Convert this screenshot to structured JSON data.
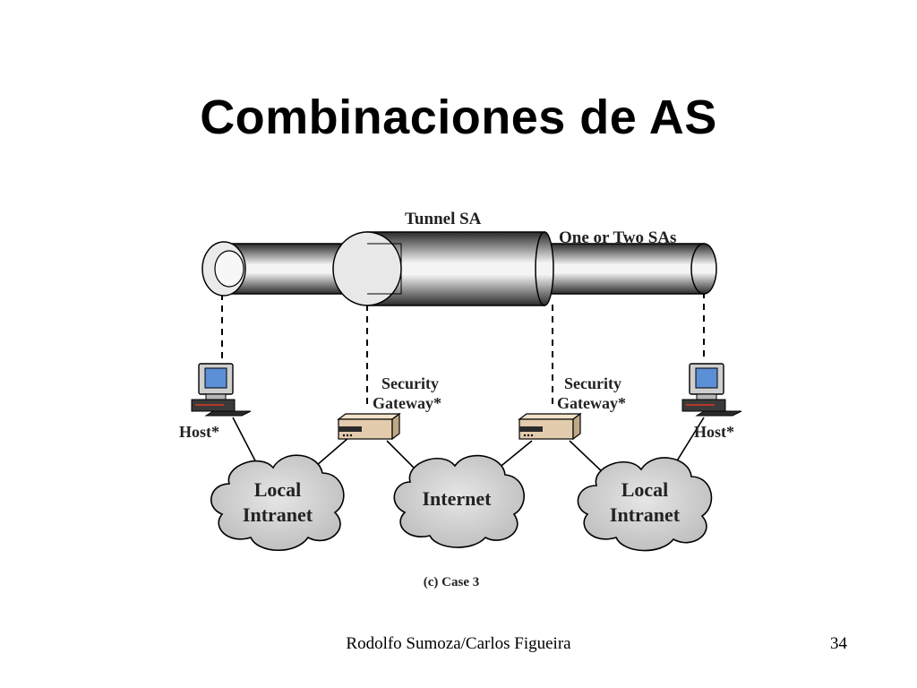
{
  "slide": {
    "title": "Combinaciones de AS",
    "author": "Rodolfo Sumoza/Carlos Figueira",
    "page_number": "34"
  },
  "diagram": {
    "tunnel_label": "Tunnel SA",
    "outer_label": "One or Two SAs",
    "gateway_label_line1": "Security",
    "gateway_label_line2": "Gateway*",
    "host_label": "Host*",
    "cloud_local_line1": "Local",
    "cloud_local_line2": "Intranet",
    "cloud_internet": "Internet",
    "caption": "(c) Case 3"
  },
  "colors": {
    "screen": "#5b8fd6",
    "cloud": "#d0d0d0",
    "device": "#e3ccad",
    "pipe_dark": "#2a2a2a",
    "pipe_light": "#f0f0f0"
  }
}
